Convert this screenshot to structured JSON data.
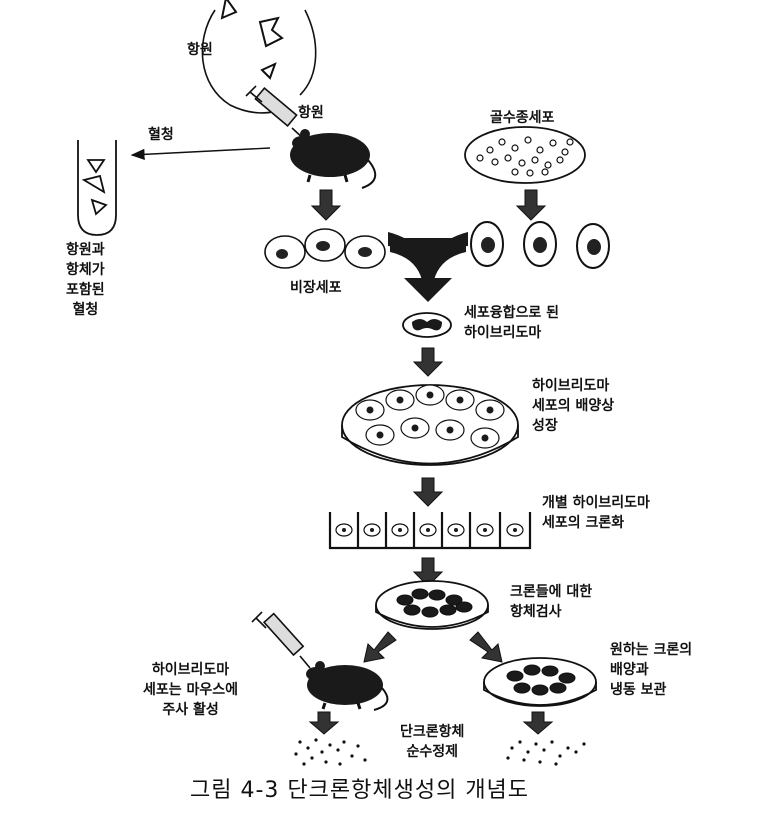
{
  "labels": {
    "antigen_top": "항원",
    "antigen_inject": "항원",
    "serum": "혈청",
    "myeloma": "골수종세포",
    "serum_desc": [
      "항원과",
      "항체가",
      "포함된",
      "혈청"
    ],
    "spleen": "비장세포",
    "fusion": [
      "세포융합으로 된",
      "하이브리도마"
    ],
    "culture": [
      "하이브리도마",
      "세포의 배양상",
      "성장"
    ],
    "cloning": [
      "개별 하이브리도마",
      "세포의 크론화"
    ],
    "screening": [
      "크론들에 대한",
      "항체검사"
    ],
    "inject_mouse": [
      "하이브리도마",
      "세포는 마우스에",
      "주사 활성"
    ],
    "frozen": [
      "원하는 크론의",
      "배양과",
      "냉동 보관"
    ],
    "mab": [
      "단크론항체",
      "순수정제"
    ]
  },
  "caption": "그림 4-3   단크론항체생성의 개념도"
}
